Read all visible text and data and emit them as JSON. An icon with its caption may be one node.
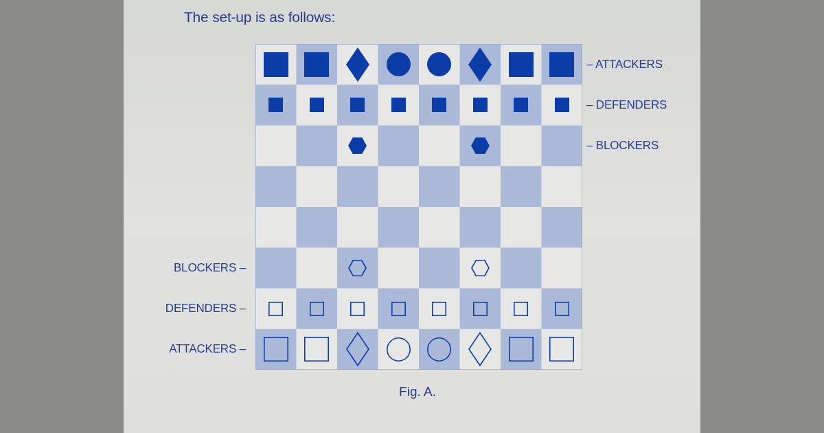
{
  "diagram": {
    "title": "The set-up is as follows:",
    "caption": "Fig. A.",
    "labels": [
      "– ATTACKERS",
      "– DEFENDERS",
      "– BLOCKERS",
      "BLOCKERS –",
      "DEFENDERS –",
      "ATTACKERS –"
    ]
  }
}
